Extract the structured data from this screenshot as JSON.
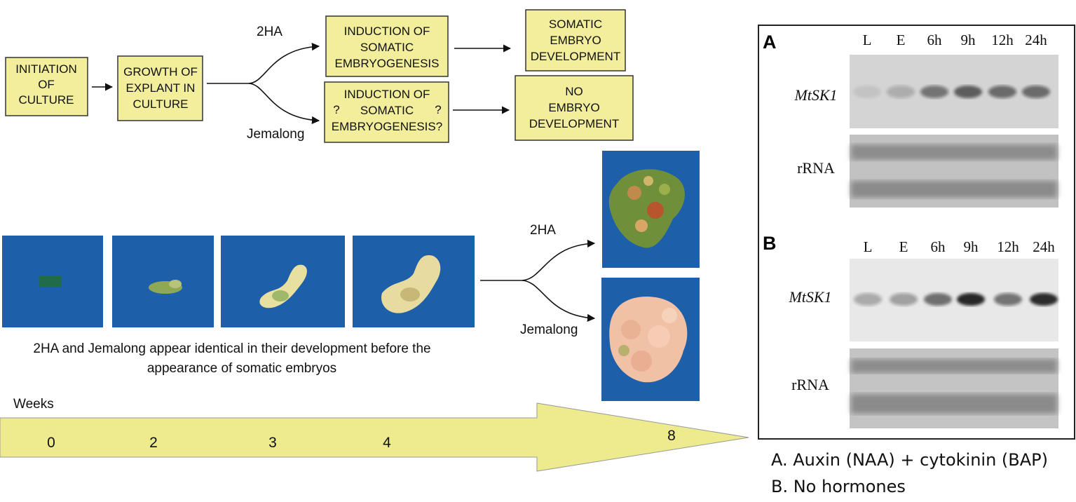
{
  "flow": {
    "initiation": [
      "INITIATION",
      "OF",
      "CULTURE"
    ],
    "growth": [
      "GROWTH OF",
      "EXPLANT IN",
      "CULTURE"
    ],
    "induction_2ha": [
      "INDUCTION OF",
      "SOMATIC",
      "EMBRYOGENESIS"
    ],
    "induction_jem": [
      "INDUCTION OF",
      "SOMATIC",
      "EMBRYOGENESIS?"
    ],
    "question_mark": "?",
    "somatic_dev": [
      "SOMATIC",
      "EMBRYO",
      "DEVELOPMENT"
    ],
    "no_dev": [
      "NO",
      "EMBRYO",
      "DEVELOPMENT"
    ],
    "label_2ha": "2HA",
    "label_jemalong": "Jemalong"
  },
  "photos": {
    "caption": [
      "2HA and Jemalong appear identical in their development before the",
      "appearance of somatic embryos"
    ],
    "label_2ha": "2HA",
    "label_jemalong": "Jemalong"
  },
  "timeline": {
    "title": "Weeks",
    "ticks": [
      "0",
      "2",
      "3",
      "4",
      "8"
    ]
  },
  "blots": {
    "lanes": [
      "L",
      "E",
      "6h",
      "9h",
      "12h",
      "24h"
    ],
    "panel_a": {
      "letter": "A",
      "gene": "MtSK1",
      "control": "rRNA",
      "signal": [
        0.08,
        0.22,
        0.5,
        0.65,
        0.55,
        0.55
      ]
    },
    "panel_b": {
      "letter": "B",
      "gene": "MtSK1",
      "control": "rRNA",
      "signal": [
        0.3,
        0.35,
        0.6,
        0.95,
        0.55,
        0.9
      ]
    },
    "legend": [
      "A. Auxin (NAA) + cytokinin (BAP)",
      "B. No hormones"
    ]
  },
  "colors": {
    "box_fill": "#f2ee9c",
    "arrow_fill": "#eeea8e",
    "photo_bg": "#1d5fa8",
    "blot_bg": "#c9c9c9"
  }
}
